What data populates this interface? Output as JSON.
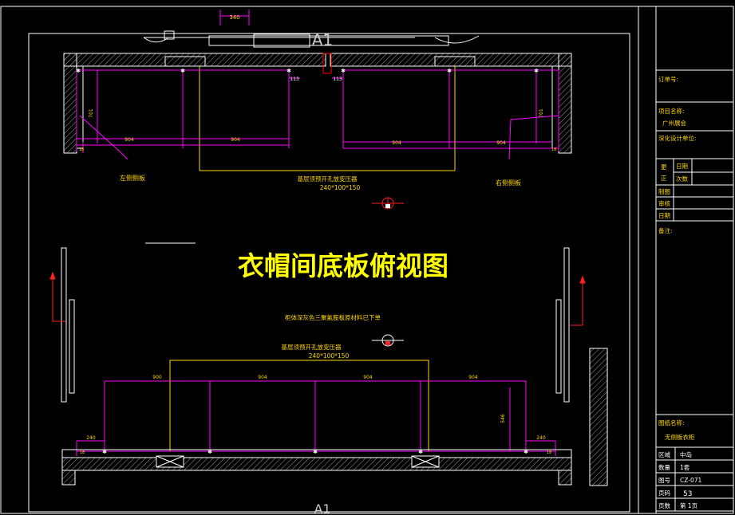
{
  "drawing": {
    "title": "衣帽间底板俯视图",
    "section_marker_top": "A1",
    "section_marker_bottom": "A1",
    "top_dim_small": "340",
    "upper": {
      "dim_113_left": "113",
      "dim_113_right": "113",
      "dim_701_left": "701",
      "dim_701_right": "701",
      "dims_left": [
        "904",
        "904"
      ],
      "dims_right": [
        "904",
        "904"
      ],
      "dim_small_left": "18",
      "dim_small_right": "18",
      "label_left": "左侧侧板",
      "label_right": "右侧侧板",
      "note_line1": "基层须预开孔放变压器",
      "note_line2": "240*100*150"
    },
    "lower": {
      "note_mid": "柜体深灰色三聚氰胺板原材料已下单",
      "note_line1": "基层须预开孔放变压器",
      "note_line2": "240*100*150",
      "dims_top": [
        "900",
        "904",
        "904",
        "904"
      ],
      "dim_240_left": "240",
      "dim_240_right": "240",
      "dim_vertical": "546",
      "dim_small_left": "18",
      "dim_small_right": "18"
    }
  },
  "title_block": {
    "order_no_label": "订单号:",
    "project_label": "项目名称:",
    "project_value": "广州展会",
    "design_unit_label": "深化设计单位:",
    "rev_label_1": "更",
    "rev_label_2": "正",
    "date_label": "日期",
    "times_label": "次数",
    "drawn_label": "制图",
    "review_label": "审核",
    "date_row_label": "日期",
    "remarks_label": "备注:",
    "drawing_name_label": "图纸名称:",
    "drawing_name_value": "无侧板衣柜",
    "area_label": "区域",
    "area_value": "中岛",
    "qty_label": "数量",
    "qty_value": "1套",
    "dwg_no_label": "图号",
    "dwg_no_value": "CZ-071",
    "page_label": "页码",
    "page_value": "53",
    "pages_label": "页数",
    "pages_value": "第 1页"
  },
  "colors": {
    "frame": "#ffffff",
    "dimension": "#ff00ff",
    "annotation": "#ffd700",
    "title": "#ffff00",
    "marker": "#ff2020",
    "gray": "#a0a0a0"
  }
}
